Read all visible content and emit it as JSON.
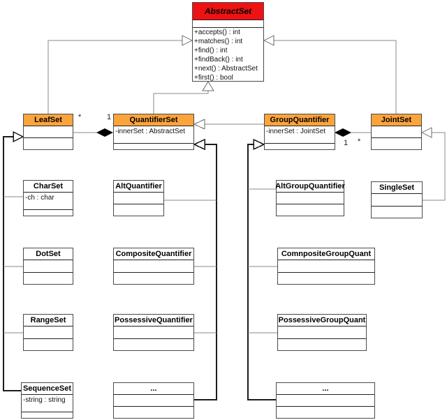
{
  "colors": {
    "abstract_header": "#ee1212",
    "class_header": "#fca43c",
    "thin_line": "#8a8a8a",
    "thick_line": "#1c1c1c"
  },
  "classes": {
    "abstract_set": {
      "name": "AbstractSet",
      "methods": [
        "+accepts() : int",
        "+matches() : int",
        "+find() : int",
        "+findBack() : int",
        "+next() : AbstractSet",
        "+first() : bool"
      ]
    },
    "leaf_set": {
      "name": "LeafSet"
    },
    "quantifier_set": {
      "name": "QuantifierSet",
      "attributes": [
        "-innerSet : AbstractSet"
      ]
    },
    "group_quantifier": {
      "name": "GroupQuantifier",
      "attributes": [
        "-innerSet : JointSet"
      ]
    },
    "joint_set": {
      "name": "JointSet"
    },
    "char_set": {
      "name": "CharSet",
      "attributes": [
        "-ch : char"
      ]
    },
    "dot_set": {
      "name": "DotSet"
    },
    "range_set": {
      "name": "RangeSet"
    },
    "sequence_set": {
      "name": "SequenceSet",
      "attributes": [
        "-string : string"
      ]
    },
    "alt_quantifier": {
      "name": "AltQuantifier"
    },
    "composite_quantifier": {
      "name": "CompositeQuantifier"
    },
    "possessive_quantifier": {
      "name": "PossessiveQuantifier"
    },
    "ellipsis_quantifier": {
      "name": "..."
    },
    "alt_group_quantifier": {
      "name": "AltGroupQuantifier"
    },
    "comnposite_group_quant": {
      "name": "ComnpositeGroupQuant"
    },
    "possessive_group_quant": {
      "name": "PossessiveGroupQuant"
    },
    "ellipsis_group_quant": {
      "name": "..."
    },
    "single_set": {
      "name": "SingleSet"
    }
  },
  "multiplicities": {
    "leafset_quantifierset": {
      "leafset_side": "*",
      "quantifierset_side": "1"
    },
    "groupquantifier_jointset": {
      "groupquantifier_side": "1",
      "jointset_side": "*"
    }
  },
  "relationships": {
    "generalizations": [
      {
        "from": "LeafSet",
        "to": "AbstractSet"
      },
      {
        "from": "QuantifierSet",
        "to": "AbstractSet"
      },
      {
        "from": "JointSet",
        "to": "AbstractSet"
      },
      {
        "from": "GroupQuantifier",
        "to": "QuantifierSet"
      },
      {
        "from": "CharSet",
        "to": "LeafSet"
      },
      {
        "from": "DotSet",
        "to": "LeafSet"
      },
      {
        "from": "RangeSet",
        "to": "LeafSet"
      },
      {
        "from": "SequenceSet",
        "to": "LeafSet"
      },
      {
        "from": "AltQuantifier",
        "to": "QuantifierSet"
      },
      {
        "from": "CompositeQuantifier",
        "to": "QuantifierSet"
      },
      {
        "from": "PossessiveQuantifier",
        "to": "QuantifierSet"
      },
      {
        "from": "...",
        "to": "QuantifierSet"
      },
      {
        "from": "AltGroupQuantifier",
        "to": "GroupQuantifier"
      },
      {
        "from": "ComnpositeGroupQuant",
        "to": "GroupQuantifier"
      },
      {
        "from": "PossessiveGroupQuant",
        "to": "GroupQuantifier"
      },
      {
        "from": "...",
        "to": "GroupQuantifier"
      },
      {
        "from": "SingleSet",
        "to": "JointSet"
      }
    ],
    "compositions": [
      {
        "owner": "QuantifierSet",
        "part": "LeafSet",
        "part_mult": "*",
        "owner_mult": "1"
      },
      {
        "owner": "GroupQuantifier",
        "part": "JointSet",
        "owner_mult": "1",
        "part_mult": "*"
      }
    ]
  }
}
